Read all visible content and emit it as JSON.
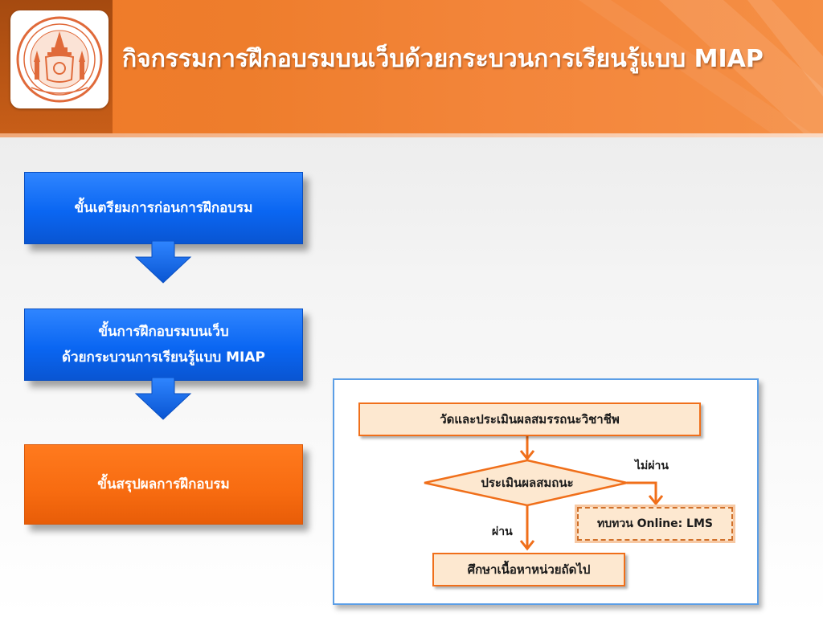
{
  "header": {
    "title": "กิจกรรมการฝึกอบรมบนเว็บด้วยกระบวนการเรียนรู้แบบ MIAP"
  },
  "steps": [
    {
      "lines": [
        "ขั้นเตรียมการก่อนการฝึกอบรม"
      ]
    },
    {
      "lines": [
        "ขั้นการฝึกอบรมบนเว็บ",
        "ด้วยกระบวนการเรียนรู้แบบ MIAP"
      ]
    },
    {
      "lines": [
        "ขั้นสรุปผลการฝึกอบรม"
      ]
    }
  ],
  "flowchart": {
    "assess": "วัดและประเมินผลสมรรถนะวิชาชีพ",
    "decision": "ประเมินผลสมถนะ",
    "fail_label": "ไม่ผ่าน",
    "pass_label": "ผ่าน",
    "review": "ทบทวน Online: LMS",
    "next": "ศึกษาเนื้อหาหน่วยถัดไป"
  },
  "colors": {
    "header_orange": "#f07a28",
    "step_blue": "#0a66f2",
    "step_orange": "#f76b10",
    "flow_orange": "#f06f1a",
    "flow_fill": "#fde8d0",
    "panel_border": "#5b9ee6"
  },
  "icons": {
    "logo": "university-seal-icon",
    "step_arrow": "down-arrow-icon"
  }
}
